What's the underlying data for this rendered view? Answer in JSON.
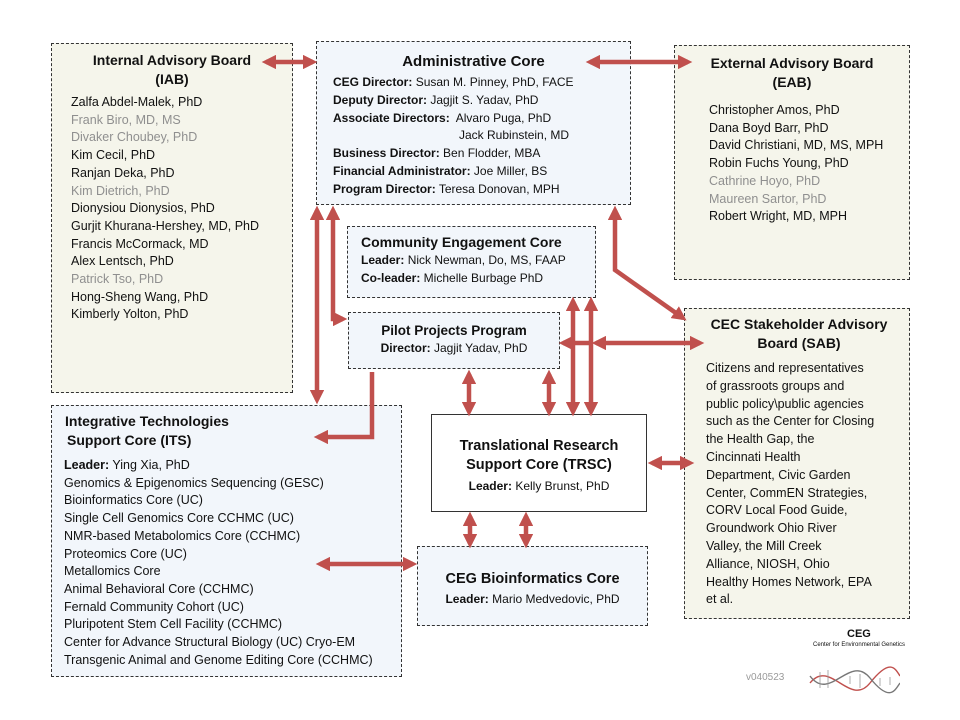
{
  "iab": {
    "title_line1": "Internal Advisory Board",
    "title_line2": "(IAB)",
    "members": [
      {
        "name": "Zalfa Abdel-Malek, PhD",
        "dim": false
      },
      {
        "name": "Frank Biro, MD, MS",
        "dim": true
      },
      {
        "name": "Divaker Choubey, PhD",
        "dim": true
      },
      {
        "name": "Kim Cecil, PhD",
        "dim": false
      },
      {
        "name": "Ranjan Deka, PhD",
        "dim": false
      },
      {
        "name": "Kim Dietrich, PhD",
        "dim": true
      },
      {
        "name": "Dionysiou Dionysios, PhD",
        "dim": false
      },
      {
        "name": "Gurjit Khurana-Hershey, MD, PhD",
        "dim": false
      },
      {
        "name": "Francis McCormack, MD",
        "dim": false
      },
      {
        "name": "Alex Lentsch, PhD",
        "dim": false
      },
      {
        "name": "Patrick Tso, PhD",
        "dim": true
      },
      {
        "name": "Hong-Sheng Wang, PhD",
        "dim": false
      },
      {
        "name": "Kimberly Yolton, PhD",
        "dim": false
      }
    ]
  },
  "admin": {
    "title": "Administrative Core",
    "rows": [
      {
        "label": "CEG Director:",
        "value": " Susan M. Pinney, PhD, FACE"
      },
      {
        "label": "Deputy Director:",
        "value": " Jagjit S. Yadav, PhD"
      },
      {
        "label": "Associate Directors:",
        "value": "  Alvaro Puga, PhD"
      },
      {
        "label": "",
        "value": "Jack Rubinstein, MD"
      },
      {
        "label": "Business Director:",
        "value": " Ben Flodder, MBA"
      },
      {
        "label": "Financial Administrator:",
        "value": " Joe Miller, BS"
      },
      {
        "label": "Program Director:",
        "value": " Teresa Donovan, MPH"
      }
    ]
  },
  "eab": {
    "title_line1": "External Advisory  Board",
    "title_line2": "(EAB)",
    "members": [
      {
        "name": "Christopher Amos, PhD",
        "dim": false
      },
      {
        "name": "Dana Boyd Barr,  PhD",
        "dim": false
      },
      {
        "name": "David Christiani, MD, MS, MPH",
        "dim": false
      },
      {
        "name": "Robin Fuchs Young, PhD",
        "dim": false
      },
      {
        "name": "Cathrine Hoyo, PhD",
        "dim": true
      },
      {
        "name": "Maureen Sartor, PhD",
        "dim": true
      },
      {
        "name": "Robert Wright, MD, MPH",
        "dim": false
      }
    ]
  },
  "cec": {
    "title": "Community  Engagement Core",
    "leader_label": "Leader:",
    "leader": " Nick Newman, Do, MS, FAAP",
    "coleader_label": "Co-leader:",
    "coleader": " Michelle Burbage PhD"
  },
  "pilot": {
    "title": "Pilot Projects Program",
    "director_label": "Director:",
    "director": " Jagjit Yadav, PhD"
  },
  "sab": {
    "title_line1": "CEC Stakeholder Advisory",
    "title_line2": "Board (SAB)",
    "body_lines": [
      "Citizens and representatives",
      "of grassroots groups and",
      "public policy\\public agencies",
      "such as the Center for Closing",
      "the Health Gap, the",
      "Cincinnati Health",
      "Department, Civic Garden",
      "Center, CommEN Strategies,",
      "CORV Local Food Guide,",
      "Groundwork Ohio River",
      "Valley, the Mill Creek",
      "Alliance,  NIOSH, Ohio",
      "Healthy Homes Network, EPA",
      "et al."
    ]
  },
  "its": {
    "title_line1": "Integrative Technologies",
    "title_line2": "Support Core (ITS)",
    "leader_label": "Leader:",
    "leader": " Ying Xia, PhD",
    "items": [
      "Genomics & Epigenomics Sequencing  (GESC)",
      "Bioinformatics Core  (UC)",
      "Single Cell Genomics Core CCHMC (UC)",
      "NMR-based Metabolomics Core (CCHMC)",
      "Proteomics Core (UC)",
      "Metallomics Core",
      "Animal Behavioral Core (CCHMC)",
      "Fernald Community Cohort (UC)",
      "Pluripotent Stem Cell Facility (CCHMC)",
      "Center for Advance Structural Biology (UC) Cryo-EM",
      "Transgenic Animal and Genome Editing Core (CCHMC)"
    ]
  },
  "trsc": {
    "title_line1": "Translational Research",
    "title_line2": "Support Core (TRSC)",
    "leader_label": "Leader:",
    "leader": "  Kelly Brunst, PhD"
  },
  "bioinf": {
    "title": "CEG Bioinformatics Core",
    "leader_label": "Leader:",
    "leader": " Mario Medvedovic, PhD"
  },
  "footer": {
    "version": "v040523",
    "logo_abbr": "CEG",
    "logo_name": "Center for Environmental Genetics"
  },
  "colors": {
    "arrow": "#c0504d",
    "core_fill": "#f2f6fb",
    "board_fill": "#f5f5eb"
  }
}
